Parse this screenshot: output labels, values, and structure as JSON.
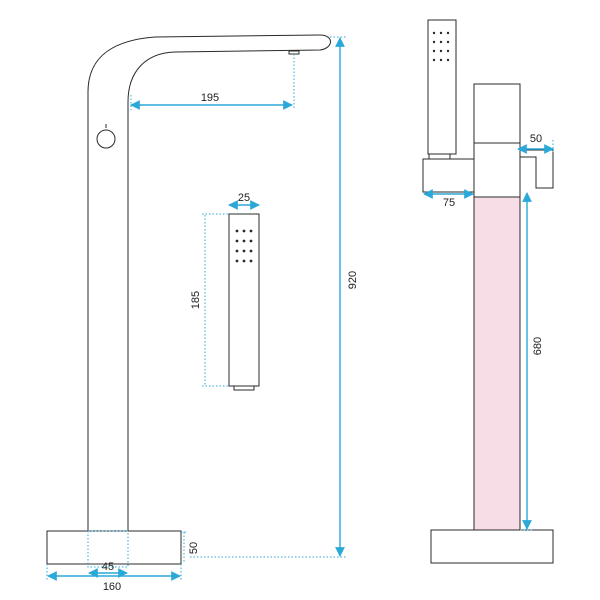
{
  "accent_color": "#2aa8d8",
  "highlight_color": "#f7dde5",
  "dimensions": {
    "spout_reach": "195",
    "height_total": "920",
    "handshower_width": "25",
    "handshower_length": "185",
    "base_height": "50",
    "pipe_width": "45",
    "base_width": "160",
    "holder_width": "50",
    "holder_depth": "75",
    "holder_height": "680"
  }
}
